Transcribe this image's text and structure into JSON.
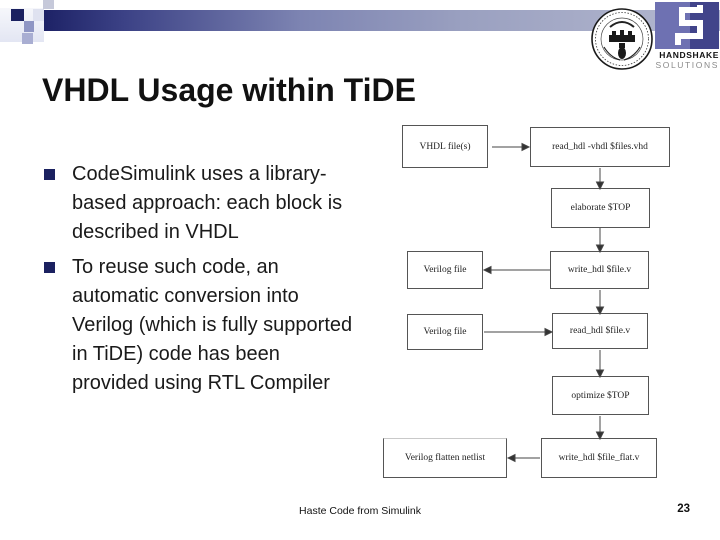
{
  "slide": {
    "title": "VHDL Usage within TiDE",
    "footer": "Haste Code from Simulink",
    "page_number": "23"
  },
  "bullets": [
    "CodeSimulink uses a library-based approach: each block is described in VHDL",
    "To reuse such code, an automatic conversion into Verilog (which is fully supported in TiDE) code has been provided using RTL Compiler"
  ],
  "logos": {
    "seal": "politecnico-di-torino-seal",
    "handshake_line1": "HANDSHAKE",
    "handshake_line2": "SOLUTIONS"
  },
  "colors": {
    "accent_navy": "#1b2160",
    "bar_gradient_start": "#1d2266",
    "bar_gradient_end": "#b4b8d2",
    "handshake_purple_light": "#6e71b2",
    "handshake_purple_dark": "#41448a"
  },
  "diagram": {
    "type": "flowchart",
    "boxes": [
      {
        "id": "vhdl-files",
        "label": "VHDL file(s)"
      },
      {
        "id": "read-hdl-vhdl",
        "label": "read_hdl -vhdl $files.vhd"
      },
      {
        "id": "elaborate-top",
        "label": "elaborate $TOP"
      },
      {
        "id": "verilog-file-1",
        "label": "Verilog file"
      },
      {
        "id": "write-hdl-file",
        "label": "write_hdl $file.v"
      },
      {
        "id": "verilog-file-2",
        "label": "Verilog file"
      },
      {
        "id": "read-hdl-file",
        "label": "read_hdl $file.v"
      },
      {
        "id": "optimize-top",
        "label": "optimize $TOP"
      },
      {
        "id": "verilog-flatten",
        "label": "Verilog flatten netlist"
      },
      {
        "id": "write-hdl-flat",
        "label": "write_hdl $file_flat.v"
      }
    ],
    "edges": [
      "vhdl-files -> read-hdl-vhdl",
      "read-hdl-vhdl -> elaborate-top",
      "elaborate-top -> write-hdl-file",
      "write-hdl-file -> verilog-file-1",
      "write-hdl-file -> read-hdl-file",
      "verilog-file-2 -> read-hdl-file",
      "read-hdl-file -> optimize-top",
      "optimize-top -> write-hdl-flat",
      "write-hdl-flat -> verilog-flatten"
    ]
  }
}
